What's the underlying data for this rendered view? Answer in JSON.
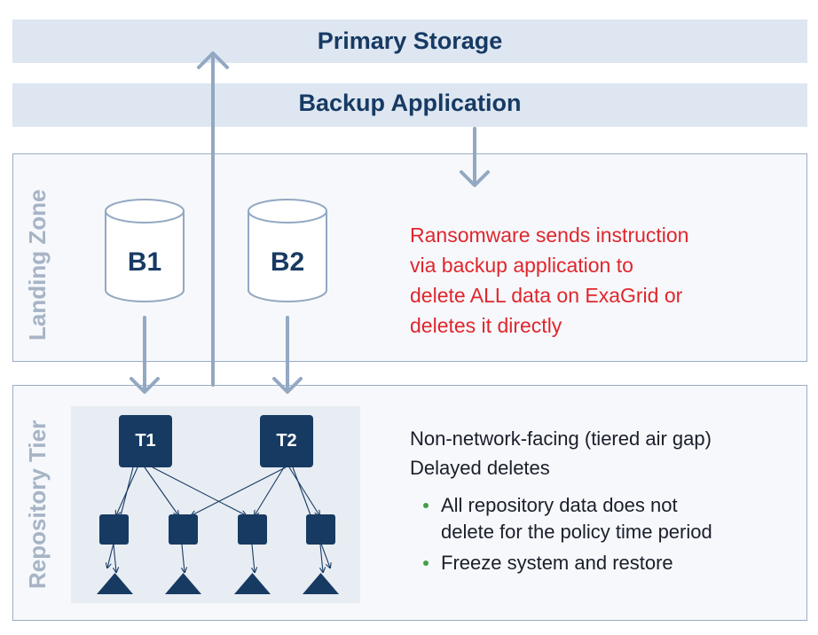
{
  "primary_storage": {
    "label": "Primary Storage"
  },
  "backup_application": {
    "label": "Backup Application"
  },
  "landing_zone": {
    "label": "Landing Zone",
    "cylinders": [
      {
        "label": "B1"
      },
      {
        "label": "B2"
      }
    ],
    "ransomware_text": "Ransomware sends instruction\nvia backup application to\ndelete ALL data on ExaGrid or\ndeletes it directly"
  },
  "repository_tier": {
    "label": "Repository Tier",
    "tiers": [
      {
        "label": "T1"
      },
      {
        "label": "T2"
      }
    ],
    "line1": "Non-network-facing (tiered air gap)",
    "line2": "Delayed deletes",
    "bullets": [
      {
        "text": "All repository data does not\ndelete for the policy time period"
      },
      {
        "text": "Freeze system and restore"
      }
    ]
  },
  "colors": {
    "band": "#dde6f1",
    "navy": "#173a63",
    "arrow": "#93a8c2",
    "red": "#e0262d",
    "bullet": "#43a047"
  }
}
